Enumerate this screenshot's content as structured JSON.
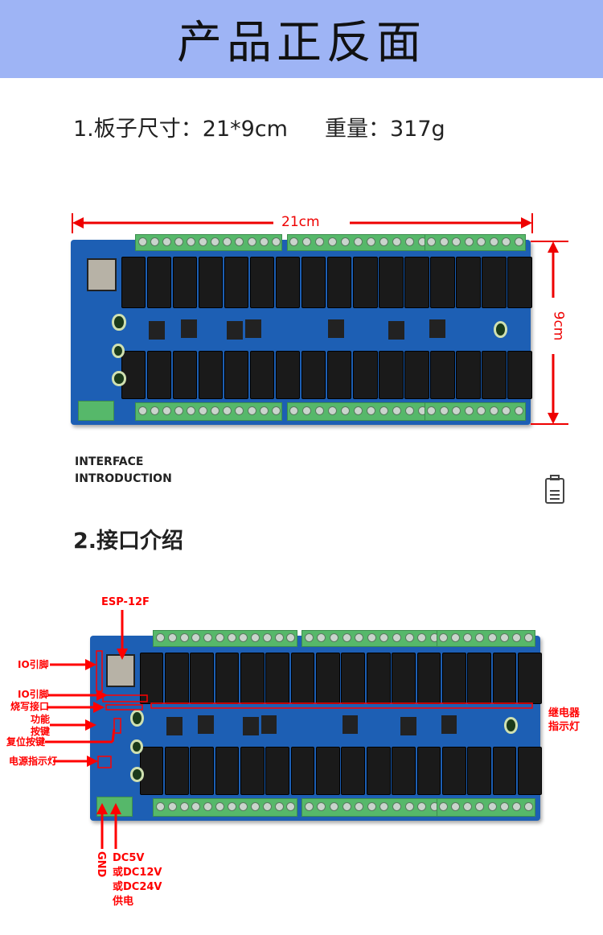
{
  "banner": {
    "title": "产品正反面"
  },
  "spec": {
    "size_label": "1.板子尺寸：21*9cm",
    "weight_label": "重量：317g"
  },
  "dimensions": {
    "width": "21cm",
    "height": "9cm"
  },
  "intro": {
    "line1": "INTERFACE",
    "line2": "INTRODUCTION"
  },
  "section2": {
    "title": "2.接口介绍"
  },
  "annotations": {
    "esp": "ESP-12F",
    "io1": "IO引脚",
    "io2": "IO引脚",
    "burn": "烧写接口",
    "func1": "功能",
    "func2": "按键",
    "reset": "复位按键",
    "power_led": "电源指示灯",
    "relay_led1": "继电器",
    "relay_led2": "指示灯",
    "gnd": "GND",
    "dc1": "DC5V",
    "dc2": "或DC12V",
    "dc3": "或DC24V",
    "dc4": "供电"
  },
  "colors": {
    "banner": "#9eb4f5",
    "board": "#1d5fb4",
    "annotation": "#ff0000"
  }
}
